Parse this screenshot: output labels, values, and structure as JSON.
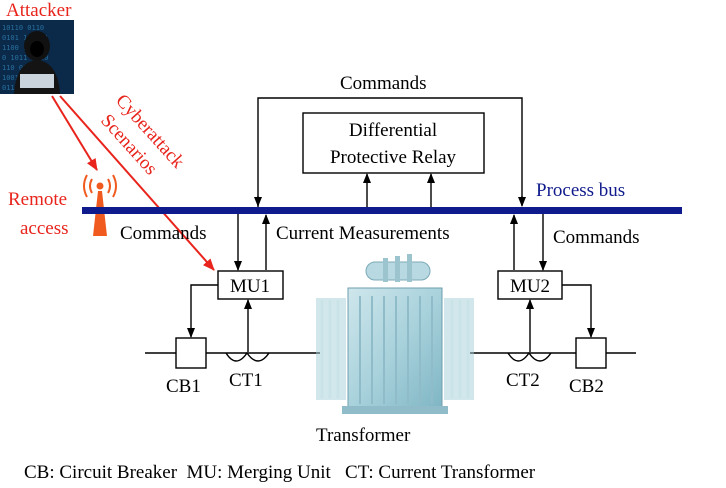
{
  "attacker": {
    "label": "Attacker"
  },
  "cyberattack": {
    "line1": "Cyberattack",
    "line2": "Scenarios"
  },
  "remote": {
    "line1": "Remote",
    "line2": "access"
  },
  "process_bus": {
    "label": "Process bus"
  },
  "top_commands": {
    "label": "Commands"
  },
  "relay": {
    "line1": "Differential",
    "line2": "Protective Relay"
  },
  "left_commands": {
    "label": "Commands"
  },
  "right_commands": {
    "label": "Commands"
  },
  "current_measurements": {
    "label": "Current Measurements"
  },
  "mu1": {
    "label": "MU1"
  },
  "mu2": {
    "label": "MU2"
  },
  "cb1": {
    "label": "CB1"
  },
  "cb2": {
    "label": "CB2"
  },
  "ct1": {
    "label": "CT1"
  },
  "ct2": {
    "label": "CT2"
  },
  "transformer": {
    "label": "Transformer"
  },
  "legend": {
    "text": "CB: Circuit Breaker  MU: Merging Unit   CT: Current Transformer"
  },
  "colors": {
    "attack": "#e8241c",
    "bus": "#0f1a8c",
    "tower": "#f05a1e"
  }
}
